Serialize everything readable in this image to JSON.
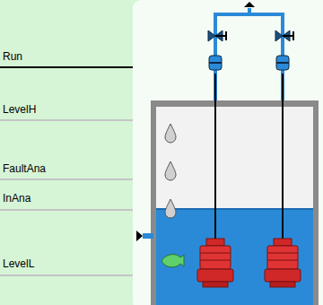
{
  "diagram": {
    "labels": [
      "Run",
      "LevelH",
      "FaultAna",
      "InAna",
      "LevelL"
    ]
  }
}
